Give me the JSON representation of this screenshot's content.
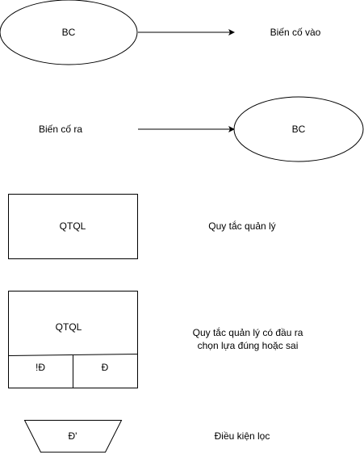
{
  "rows": {
    "input_event": {
      "shape_label": "BC",
      "caption": "Biến cố vào"
    },
    "output_event": {
      "caption": "Biến cố ra",
      "shape_label": "BC"
    },
    "rule": {
      "shape_label": "QTQL",
      "caption": "Quy tắc quản lý"
    },
    "rule_choice": {
      "shape_label": "QTQL",
      "left_cell": "!Đ",
      "right_cell": "Đ",
      "caption_line1": "Quy tắc quản lý có đầu ra",
      "caption_line2": "chọn lựa đúng hoặc sai"
    },
    "filter": {
      "shape_label": "Đ'",
      "caption": "Điều kiện lọc"
    }
  },
  "colors": {
    "stroke": "#000000",
    "fill": "#ffffff",
    "text": "#000000"
  }
}
